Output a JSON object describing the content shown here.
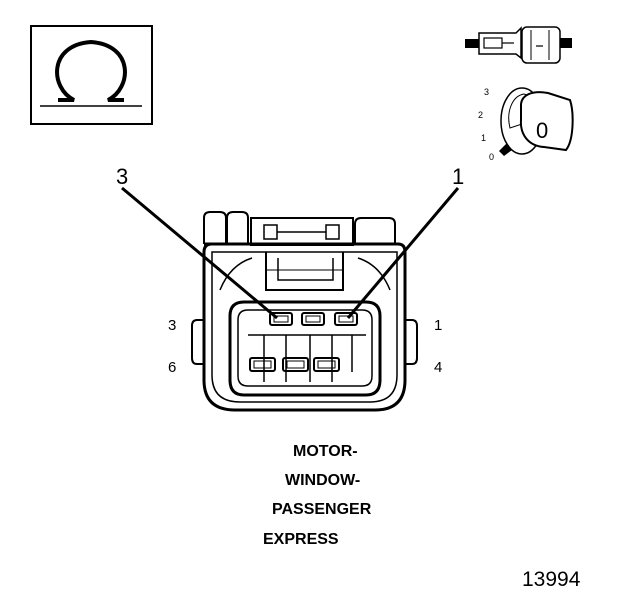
{
  "callouts": {
    "left": "3",
    "right": "1"
  },
  "pin_labels": {
    "top_left": "3",
    "top_right": "1",
    "bottom_left": "6",
    "bottom_right": "4"
  },
  "caption_lines": [
    "MOTOR-",
    "WINDOW-",
    "PASSENGER",
    "EXPRESS"
  ],
  "figure_number": "13994",
  "ignition_key": {
    "positions": [
      "3",
      "2",
      "1",
      "0"
    ],
    "current": "0"
  },
  "symbols": [
    "ohm-symbol",
    "connector-side-icon",
    "ignition-key-icon"
  ],
  "line_color": "#000000",
  "background_color": "#ffffff"
}
